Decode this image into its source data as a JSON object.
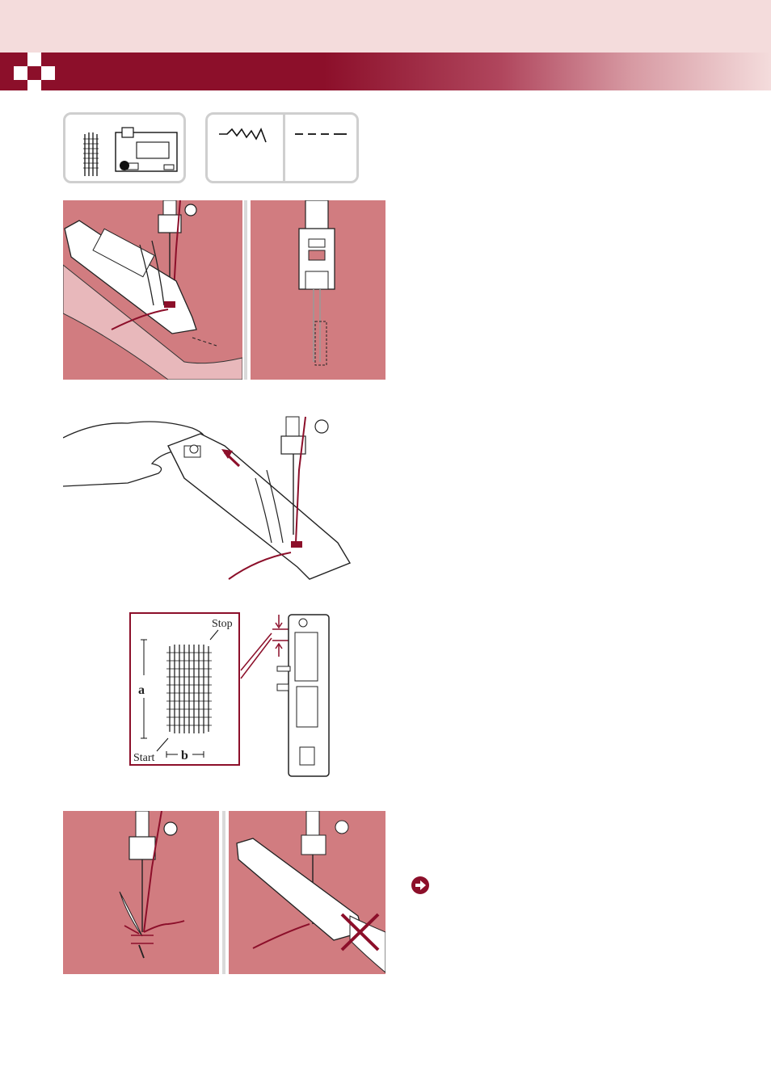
{
  "page": {
    "colors": {
      "accent": "#8c0f2a",
      "band": "#f4dcdc",
      "fabric": "#d17c80",
      "divider": "#cfcfcf"
    }
  },
  "diagram": {
    "start_label": "Start",
    "stop_label": "Stop",
    "length_label": "a",
    "width_label": "b"
  },
  "icons": {
    "selector_left": "buttonhole-stitch-and-foot-icon",
    "selector_right_a": "zigzag-stitch-icon",
    "selector_right_b": "straight-stitch-icon",
    "note": "arrow-right-circle-icon"
  }
}
